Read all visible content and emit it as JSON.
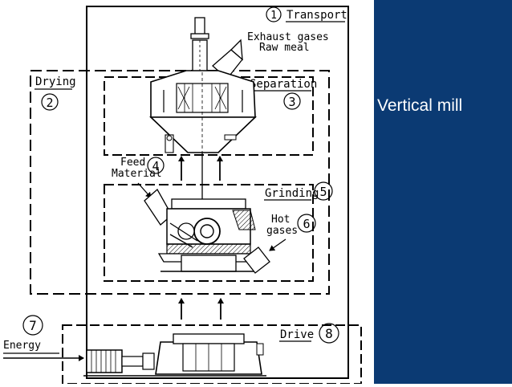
{
  "slide": {
    "title": "Vertical mill",
    "panel_color": "#0b3a73"
  },
  "diagram": {
    "boxes": {
      "transport": {
        "label": "Transport",
        "number": "1"
      },
      "drying": {
        "label": "Drying",
        "number": "2"
      },
      "separation": {
        "label": "Separation",
        "number": "3"
      },
      "grinding": {
        "label": "Grinding",
        "number": "5"
      },
      "drive": {
        "label": "Drive",
        "number": "8"
      }
    },
    "annotations": {
      "exhaust_line1": "Exhaust gases",
      "exhaust_line2": "Raw meal",
      "feed_line1": "Feed",
      "feed_line2": "Material",
      "feed_number": "4",
      "hot_line1": "Hot",
      "hot_line2": "gases",
      "hot_number": "6",
      "energy": "Energy",
      "energy_number": "7"
    }
  }
}
